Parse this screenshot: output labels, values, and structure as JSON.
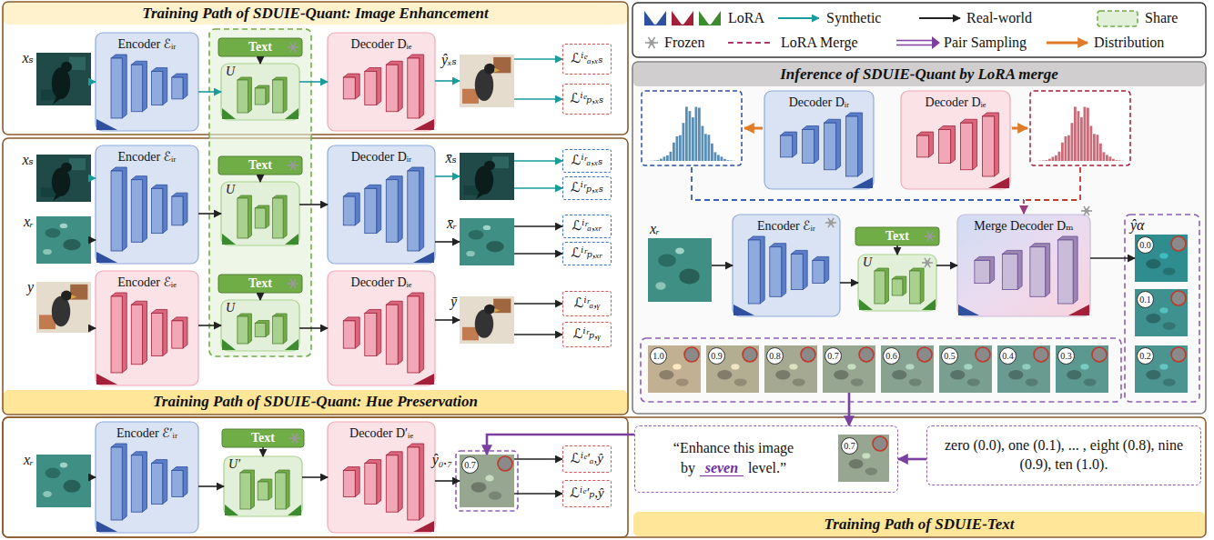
{
  "diagram": {
    "nodes": [
      {
        "text": [
          "Training Path of SDUIE-Quant: Image Enhancement"
        ]
      },
      {
        "text": [
          "xₛ"
        ],
        "in": 0
      },
      {
        "text": [
          "Encoder ℰᵢᵣ"
        ],
        "in": 0
      },
      {
        "text": [
          "Text"
        ],
        "in": 0
      },
      {
        "text": [
          "U"
        ],
        "in": 0
      },
      {
        "text": [
          "Decoder Dᵢₑ"
        ],
        "in": 0
      },
      {
        "text": [
          "ŷₓₛ"
        ],
        "in": 0
      },
      {
        "text": [
          "ℒⁱᵉₐ,ₓₛ"
        ],
        "in": 0
      },
      {
        "text": [
          "ℒⁱᵉₚ,ₓₛ"
        ],
        "in": 0
      },
      {
        "text": [
          "Training Path of SDUIE-Quant: Hue Preservation"
        ]
      },
      {
        "text": [
          "xₛ"
        ],
        "in": 9
      },
      {
        "text": [
          "xᵣ"
        ],
        "in": 9
      },
      {
        "text": [
          "Encoder ℰᵢᵣ"
        ],
        "in": 9
      },
      {
        "text": [
          "Text"
        ],
        "in": 9
      },
      {
        "text": [
          "U"
        ],
        "in": 9
      },
      {
        "text": [
          "Decoder Dᵢᵣ"
        ],
        "in": 9
      },
      {
        "text": [
          "x̄ₛ"
        ],
        "in": 9
      },
      {
        "text": [
          "x̄ᵣ"
        ],
        "in": 9
      },
      {
        "text": [
          "ℒⁱʳₐ,ₓₛ"
        ],
        "in": 9
      },
      {
        "text": [
          "ℒⁱʳₚ,ₓₛ"
        ],
        "in": 9
      },
      {
        "text": [
          "ℒⁱʳₐ,ₓᵣ"
        ],
        "in": 9
      },
      {
        "text": [
          "ℒⁱʳₚ,ₓᵣ"
        ],
        "in": 9
      },
      {
        "text": [
          "y"
        ],
        "in": 9
      },
      {
        "text": [
          "Encoder ℰᵢₑ"
        ],
        "in": 9
      },
      {
        "text": [
          "Text"
        ],
        "in": 9
      },
      {
        "text": [
          "U"
        ],
        "in": 9
      },
      {
        "text": [
          "Decoder Dᵢₑ"
        ],
        "in": 9
      },
      {
        "text": [
          "ȳ"
        ],
        "in": 9
      },
      {
        "text": [
          "ℒⁱʳₐ,ᵧ"
        ],
        "in": 9
      },
      {
        "text": [
          "ℒⁱʳₚ,ᵧ"
        ],
        "in": 9
      },
      {
        "text": [
          "Inference of SDUIE-Quant by LoRA merge"
        ]
      },
      {
        "text": [
          "Decoder Dᵢᵣ"
        ],
        "in": 30
      },
      {
        "text": [
          "Decoder Dᵢₑ"
        ],
        "in": 30
      },
      {
        "text": [
          "xᵣ"
        ],
        "in": 30
      },
      {
        "text": [
          "Encoder ℰᵢᵣ"
        ],
        "in": 30
      },
      {
        "text": [
          "Text"
        ],
        "in": 30
      },
      {
        "text": [
          "U"
        ],
        "in": 30
      },
      {
        "text": [
          "Merge Decoder Dₘ"
        ],
        "in": 30
      },
      {
        "text": [
          "0.0"
        ],
        "in": 30
      },
      {
        "text": [
          "0.1"
        ],
        "in": 30
      },
      {
        "text": [
          "0.2"
        ],
        "in": 30
      },
      {
        "text": [
          "1.0"
        ],
        "in": 30
      },
      {
        "text": [
          "0.9"
        ],
        "in": 30
      },
      {
        "text": [
          "0.8"
        ],
        "in": 30
      },
      {
        "text": [
          "0.7"
        ],
        "in": 30
      },
      {
        "text": [
          "0.6"
        ],
        "in": 30
      },
      {
        "text": [
          "0.5"
        ],
        "in": 30
      },
      {
        "text": [
          "0.4"
        ],
        "in": 30
      },
      {
        "text": [
          "0.3"
        ],
        "in": 30
      },
      {
        "text": [
          "Training Path of SDUIE-Text"
        ]
      },
      {
        "text": [
          "xᵣ"
        ],
        "in": 49
      },
      {
        "text": [
          "Encoder ℰ′ᵢᵣ"
        ],
        "in": 49
      },
      {
        "text": [
          "Text"
        ],
        "in": 49
      },
      {
        "text": [
          "U′"
        ],
        "in": 49
      },
      {
        "text": [
          "Decoder D′ᵢₑ"
        ],
        "in": 49
      },
      {
        "text": [
          "ŷ₀.₇",
          "0.7"
        ],
        "in": 49
      },
      {
        "text": [
          "ℒⁱᵉ′ₐ,ŷ"
        ],
        "in": 49
      },
      {
        "text": [
          "ℒⁱᵉ′ₚ,ŷ"
        ],
        "in": 49
      },
      {
        "text": [
          "“Enhance this image by",
          "seven",
          "level.”",
          "0.7"
        ],
        "in": 49
      },
      {
        "text": [
          "zero (0.0), one (0.1), ... , eight (0.8), nine (0.9), ten (1.0)."
        ],
        "in": 49
      }
    ],
    "edges": [
      {
        "from": 1,
        "to": 2,
        "arrow": "to"
      },
      {
        "from": 2,
        "to": 4,
        "arrow": "to"
      },
      {
        "from": 3,
        "to": 4,
        "arrow": "to"
      },
      {
        "from": 4,
        "to": 5,
        "arrow": "to"
      },
      {
        "from": 5,
        "to": 6,
        "arrow": "to"
      },
      {
        "from": 6,
        "to": 7,
        "arrow": "to"
      },
      {
        "from": 6,
        "to": 8,
        "arrow": "to"
      },
      {
        "from": 10,
        "to": 12,
        "arrow": "to"
      },
      {
        "from": 11,
        "to": 12,
        "arrow": "to"
      },
      {
        "from": 12,
        "to": 14,
        "arrow": "to"
      },
      {
        "from": 13,
        "to": 14,
        "arrow": "to"
      },
      {
        "from": 14,
        "to": 15,
        "arrow": "to"
      },
      {
        "from": 15,
        "to": 16,
        "arrow": "to"
      },
      {
        "from": 15,
        "to": 17,
        "arrow": "to"
      },
      {
        "from": 16,
        "to": 18,
        "arrow": "to"
      },
      {
        "from": 16,
        "to": 19,
        "arrow": "to"
      },
      {
        "from": 17,
        "to": 20,
        "arrow": "to"
      },
      {
        "from": 17,
        "to": 21,
        "arrow": "to"
      },
      {
        "from": 22,
        "to": 23,
        "arrow": "to"
      },
      {
        "from": 23,
        "to": 25,
        "arrow": "to"
      },
      {
        "from": 24,
        "to": 25,
        "arrow": "to"
      },
      {
        "from": 25,
        "to": 26,
        "arrow": "to"
      },
      {
        "from": 26,
        "to": 27,
        "arrow": "to"
      },
      {
        "from": 27,
        "to": 28,
        "arrow": "to"
      },
      {
        "from": 27,
        "to": 29,
        "arrow": "to"
      },
      {
        "from": 33,
        "to": 34,
        "arrow": "to"
      },
      {
        "from": 34,
        "to": 36,
        "arrow": "to"
      },
      {
        "from": 35,
        "to": 36,
        "arrow": "to"
      },
      {
        "from": 36,
        "to": 37,
        "arrow": "to"
      },
      {
        "from": 37,
        "to": 38,
        "arrow": "to"
      },
      {
        "from": 44,
        "to": 58,
        "arrow": "to"
      },
      {
        "from": 58,
        "to": 55,
        "arrow": "to"
      },
      {
        "from": 59,
        "to": 58,
        "arrow": "to"
      },
      {
        "from": 50,
        "to": 51,
        "arrow": "to"
      },
      {
        "from": 51,
        "to": 53,
        "arrow": "to"
      },
      {
        "from": 52,
        "to": 53,
        "arrow": "to"
      },
      {
        "from": 53,
        "to": 54,
        "arrow": "to"
      },
      {
        "from": 54,
        "to": 55,
        "arrow": "to"
      },
      {
        "from": 55,
        "to": 56,
        "arrow": "to"
      },
      {
        "from": 55,
        "to": 57,
        "arrow": "to"
      }
    ],
    "labels": [
      "ŷα"
    ],
    "legend": [
      {
        "text": "LoRA"
      },
      {
        "text": "Synthetic"
      },
      {
        "text": "Real-world"
      },
      {
        "text": "Share"
      },
      {
        "text": "Frozen"
      },
      {
        "text": "LoRA Merge"
      },
      {
        "text": "Pair Sampling"
      },
      {
        "text": "Distribution"
      }
    ]
  }
}
